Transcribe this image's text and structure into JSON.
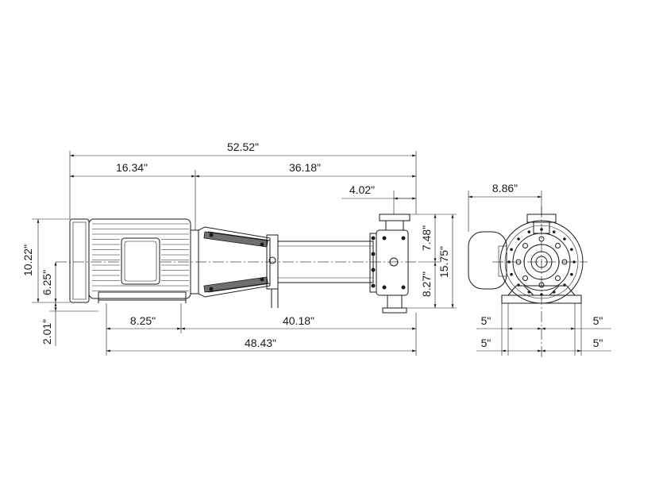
{
  "dimensions": {
    "overall_length": "52.52\"",
    "motor_length": "16.34\"",
    "pump_length": "36.18\"",
    "discharge_offset": "4.02\"",
    "motor_height": "10.22\"",
    "shaft_height": "6.25\"",
    "base_height": "2.01\"",
    "foot_spacing_motor": "8.25\"",
    "foot_spacing_span": "40.18\"",
    "base_length": "48.43\"",
    "discharge_height": "7.48\"",
    "suction_height": "8.27\"",
    "total_height": "15.75\"",
    "end_view_width": "8.86\"",
    "end_left_upper": "5\"",
    "end_right_upper": "5\"",
    "end_left_lower": "5\"",
    "end_right_lower": "5\""
  }
}
